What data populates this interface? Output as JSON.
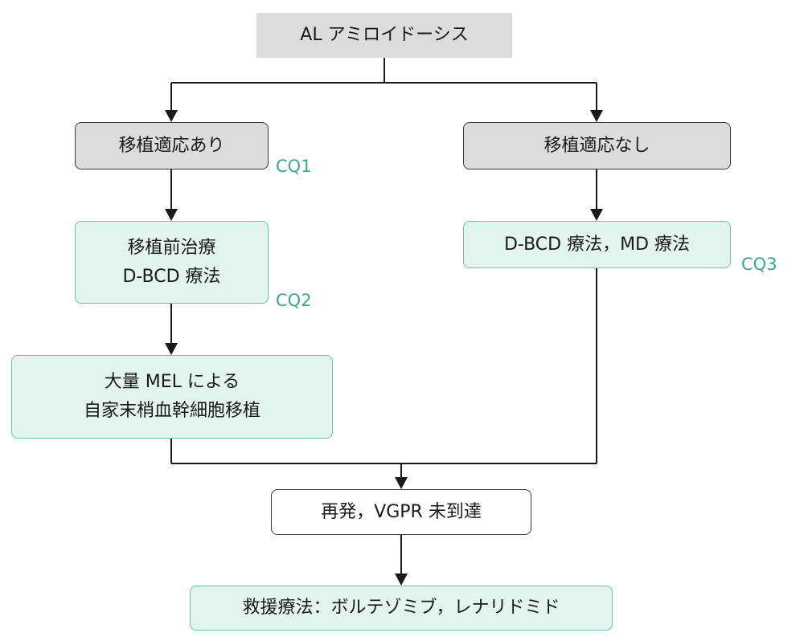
{
  "nodes": {
    "root": {
      "lines": [
        "AL アミロイドーシス"
      ]
    },
    "transplant_eligible": {
      "lines": [
        "移植適応あり"
      ]
    },
    "transplant_ineligible": {
      "lines": [
        "移植適応なし"
      ]
    },
    "pre_transplant": {
      "lines": [
        "移植前治療",
        "D-BCD 療法"
      ]
    },
    "non_transplant_therapy": {
      "lines": [
        "D-BCD 療法，MD 療法"
      ]
    },
    "asct": {
      "lines": [
        "大量 MEL による",
        "自家末梢血幹細胞移植"
      ]
    },
    "relapse": {
      "lines": [
        "再発，VGPR 未到達"
      ]
    },
    "rescue": {
      "lines": [
        "救援療法：ボルテゾミブ，レナリドミド"
      ]
    }
  },
  "cq_labels": {
    "cq1": "CQ1",
    "cq2": "CQ2",
    "cq3": "CQ3"
  },
  "colors": {
    "gray_fill": "#dcdcdc",
    "green_fill": "#e3f3ee",
    "green_border": "#6ec0a6",
    "cq_text": "#3aa886",
    "line": "#1a1a1a"
  }
}
